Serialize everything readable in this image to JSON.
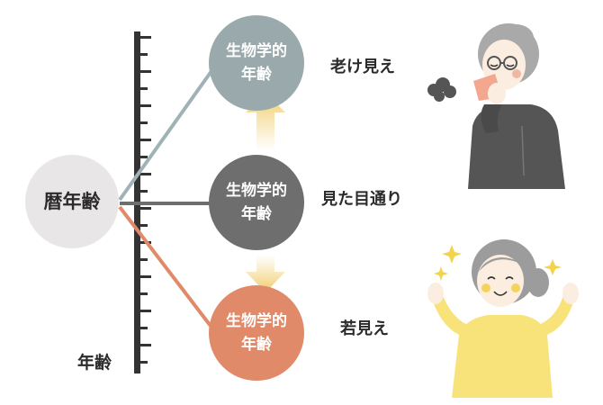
{
  "calendar_age": {
    "label": "暦年齢"
  },
  "axis": {
    "label": "年齢"
  },
  "bio_age_old": {
    "line1": "生物学的",
    "line2": "年齢"
  },
  "bio_age_mid": {
    "line1": "生物学的",
    "line2": "年齢"
  },
  "bio_age_young": {
    "line1": "生物学的",
    "line2": "年齢"
  },
  "outcomes": {
    "older": "老け見え",
    "actual": "見た目通り",
    "younger": "若見え"
  },
  "colors": {
    "old_circle": "#9aa9ac",
    "mid_circle": "#6e6e6e",
    "young_circle": "#e08a6a",
    "calendar_circle": "#e8e6e6",
    "line_old": "#9fb3b6",
    "line_mid": "#6e6e6e",
    "line_young": "#e08a6a",
    "arrow": "#f2d27a",
    "ruler": "#333333"
  },
  "icons": [
    "older-woman-sneezing-illustration",
    "young-woman-cheerful-illustration"
  ]
}
